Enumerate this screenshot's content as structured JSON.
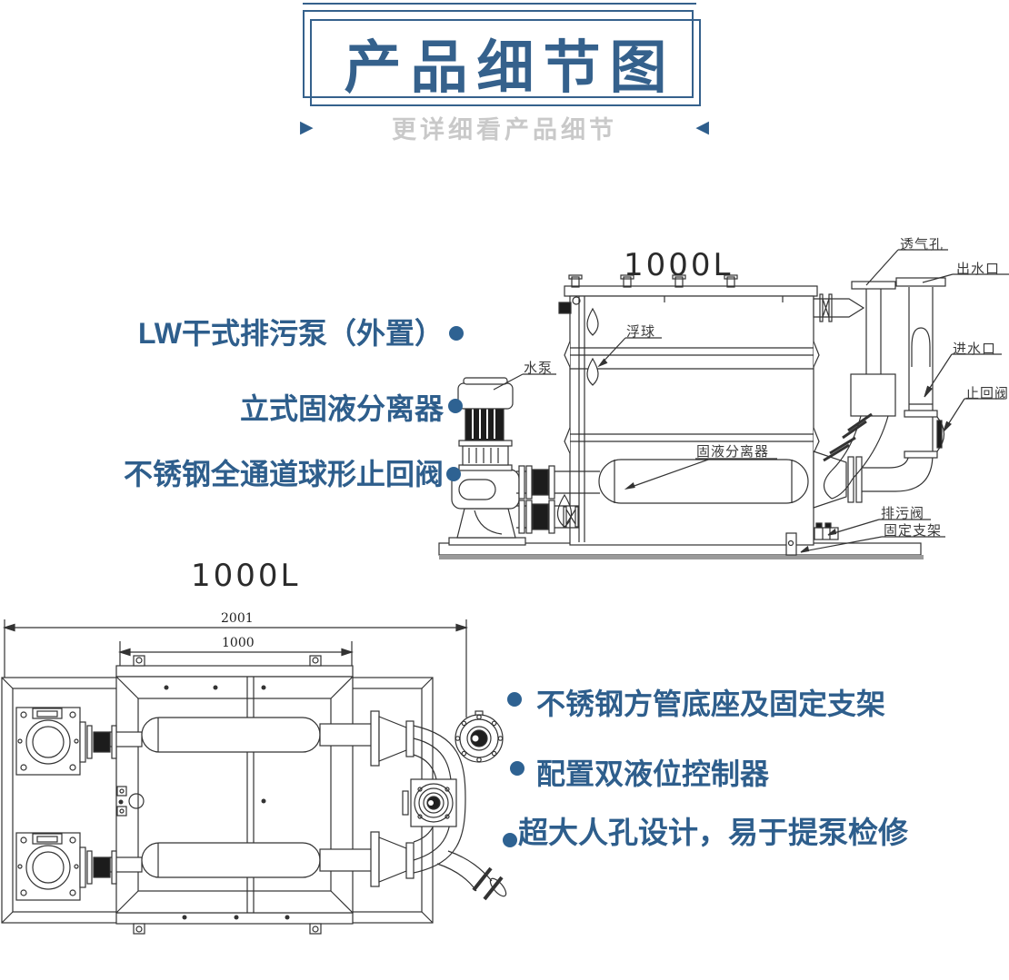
{
  "colors": {
    "accent": "#35618c",
    "feature_text": "#2e5e8c",
    "subtitle_gray": "#c9c9c9",
    "line_art": "#333333"
  },
  "header": {
    "title": "产品细节图",
    "subtitle": "更详细看产品细节"
  },
  "side_view": {
    "capacity": "1000L",
    "labels": {
      "vent": "透气孔",
      "outlet": "出水口",
      "inlet": "进水口",
      "check_valve": "止回阀",
      "float_ball": "浮球",
      "pump": "水泵",
      "separator": "固液分离器",
      "drain_valve": "排污阀",
      "bracket": "固定支架"
    }
  },
  "top_view": {
    "capacity": "1000L",
    "dim_overall": "2001",
    "dim_tank": "1000"
  },
  "features_left": [
    "LW干式排污泵（外置）",
    "立式固液分离器",
    "不锈钢全通道球形止回阀"
  ],
  "features_right": [
    "不锈钢方管底座及固定支架",
    "配置双液位控制器",
    "超大人孔设计，易于提泵检修"
  ]
}
